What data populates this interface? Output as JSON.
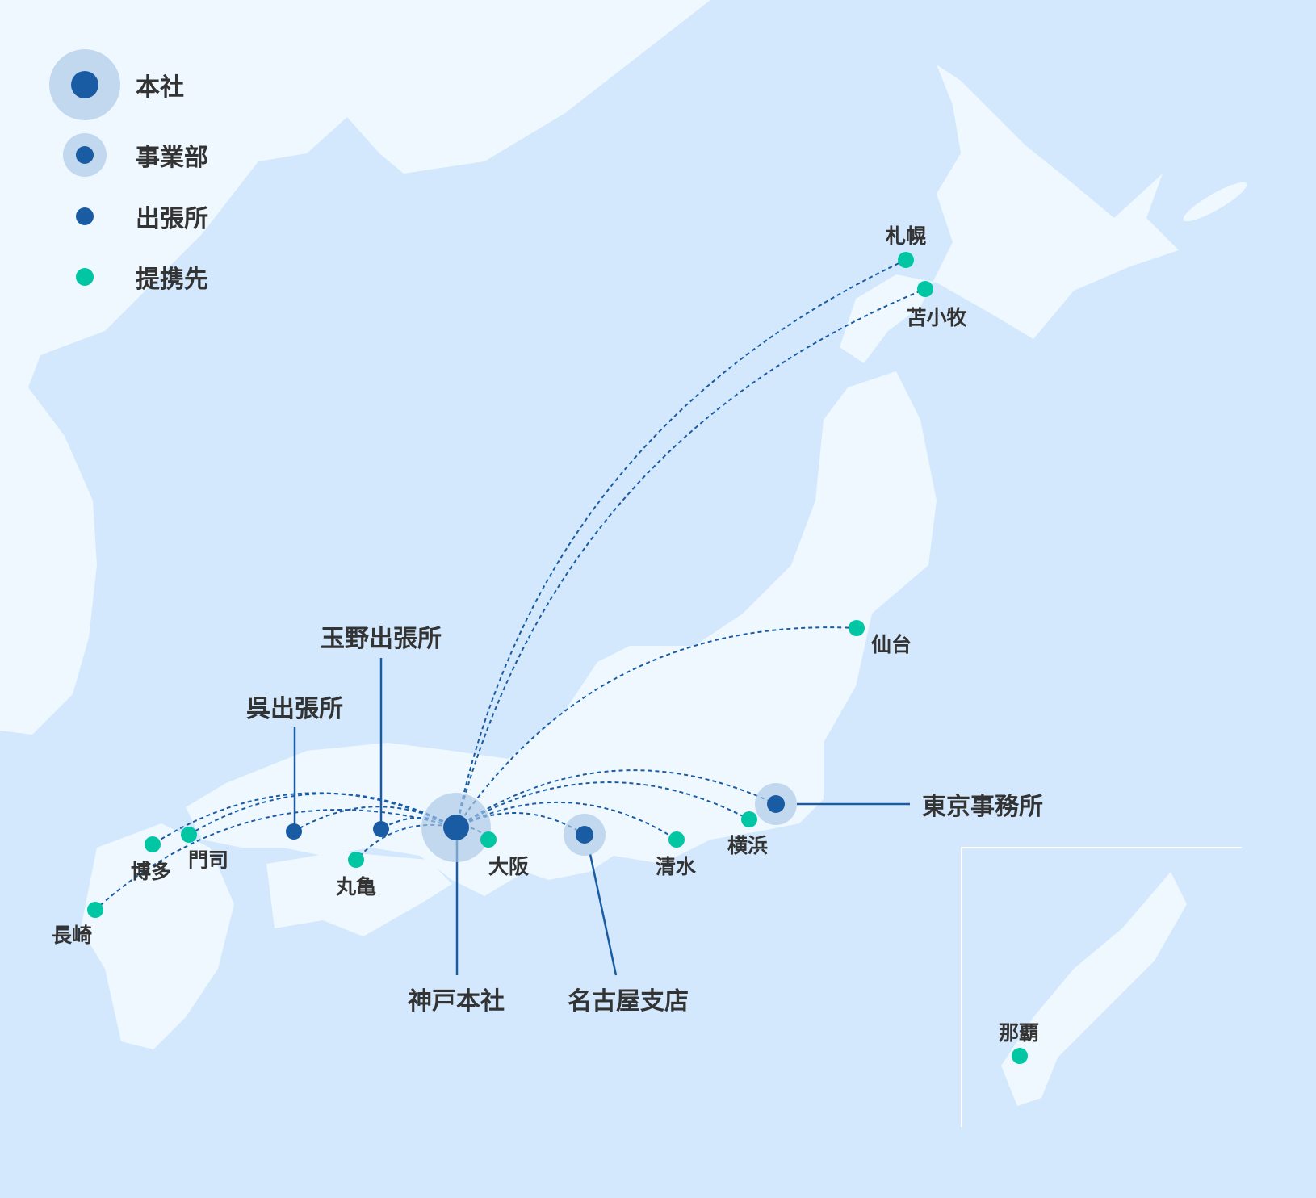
{
  "colors": {
    "sea": "#d3e8fd",
    "land": "#eff8ff",
    "office": "#1a5ca4",
    "partner": "#00c6a4",
    "halo": "#a9c6e6"
  },
  "legend": [
    {
      "type": "headquarters",
      "label": "本社"
    },
    {
      "type": "division",
      "label": "事業部"
    },
    {
      "type": "branch",
      "label": "出張所"
    },
    {
      "type": "partner",
      "label": "提携先"
    }
  ],
  "offices": {
    "kobe": {
      "label": "神戸本社",
      "type": "headquarters"
    },
    "tokyo": {
      "label": "東京事務所",
      "type": "division"
    },
    "nagoya": {
      "label": "名古屋支店",
      "type": "division"
    },
    "kure": {
      "label": "呉出張所",
      "type": "branch"
    },
    "tamano": {
      "label": "玉野出張所",
      "type": "branch"
    }
  },
  "partners": {
    "sapporo": "札幌",
    "tomakomai": "苫小牧",
    "sendai": "仙台",
    "yokohama": "横浜",
    "shimizu": "清水",
    "osaka": "大阪",
    "marugame": "丸亀",
    "moji": "門司",
    "hakata": "博多",
    "nagasaki": "長崎",
    "naha": "那覇"
  }
}
